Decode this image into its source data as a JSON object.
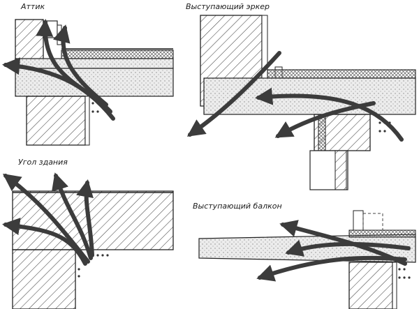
{
  "panels": [
    {
      "id": "attic",
      "caption": "Аттик"
    },
    {
      "id": "bay",
      "caption": "Выступающий эркер"
    },
    {
      "id": "corner",
      "caption": "Угол здания"
    },
    {
      "id": "balcony",
      "caption": "Выступающий балкон"
    }
  ],
  "colors": {
    "line": "#222222",
    "hatch": "#444444",
    "arrow": "#3c3c3c",
    "screed": "#e4e4e4",
    "insulation": "#d6d6d6"
  }
}
